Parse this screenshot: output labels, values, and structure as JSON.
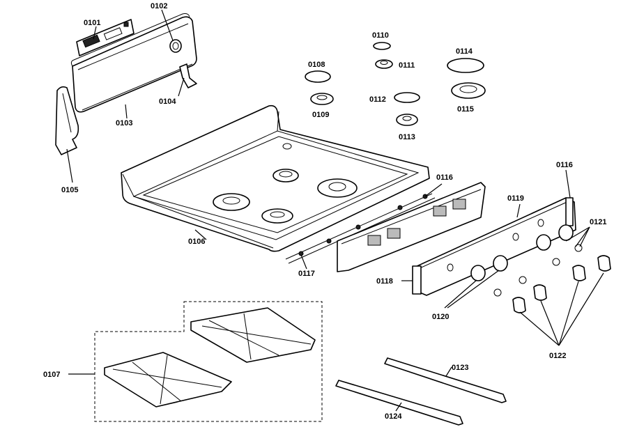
{
  "labels": {
    "p0101": "0101",
    "p0102": "0102",
    "p0103": "0103",
    "p0104": "0104",
    "p0105": "0105",
    "p0106": "0106",
    "p0107": "0107",
    "p0108": "0108",
    "p0109": "0109",
    "p0110": "0110",
    "p0111": "0111",
    "p0112": "0112",
    "p0113": "0113",
    "p0114": "0114",
    "p0115": "0115",
    "p0116a": "0116",
    "p0116b": "0116",
    "p0117": "0117",
    "p0118": "0118",
    "p0119": "0119",
    "p0120": "0120",
    "p0121": "0121",
    "p0122": "0122",
    "p0123": "0123",
    "p0124": "0124"
  }
}
